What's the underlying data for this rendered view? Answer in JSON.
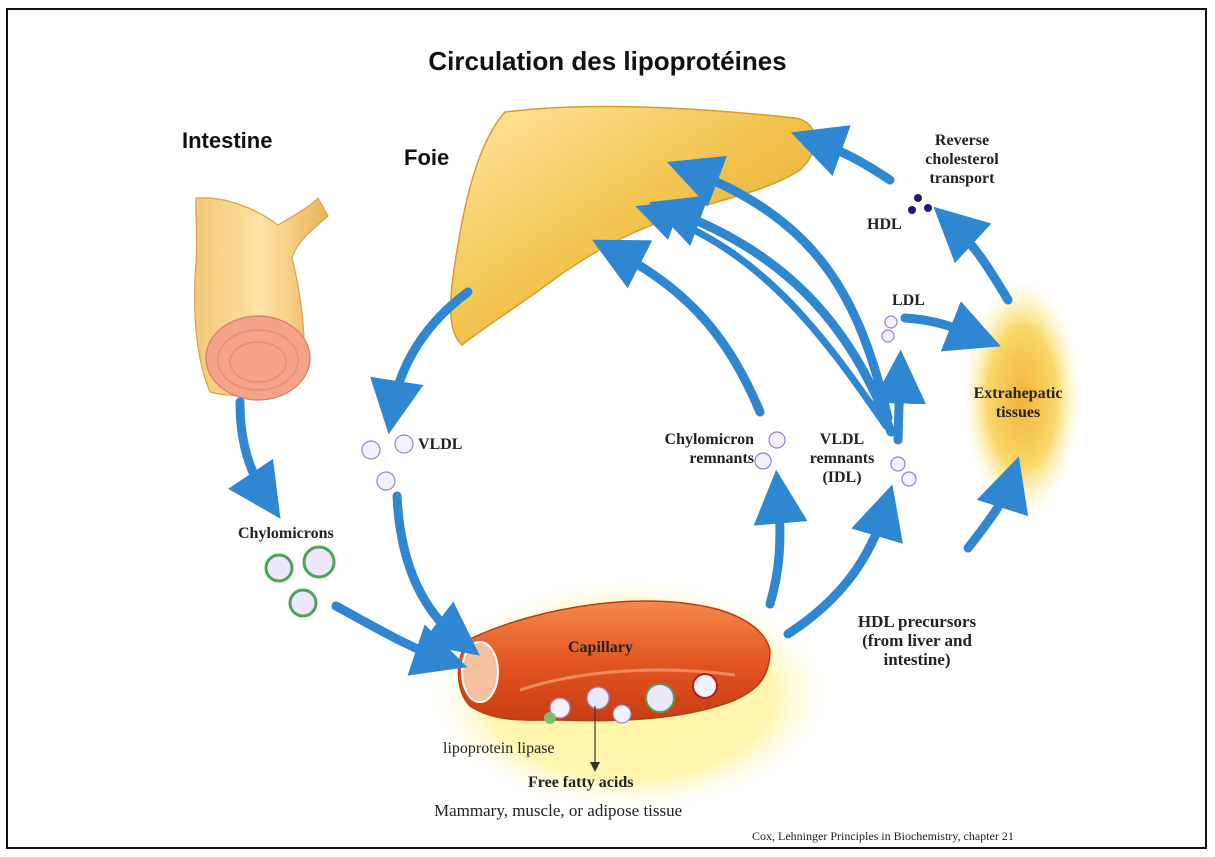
{
  "title": "Circulation des lipoprotéines",
  "organs": {
    "intestine": "Intestine",
    "foie": "Foie",
    "extrahepatic": [
      "Extrahepatic",
      "tissues"
    ],
    "capillary": "Capillary"
  },
  "labels": {
    "reverse_transport": [
      "Reverse",
      "cholesterol",
      "transport"
    ],
    "hdl": "HDL",
    "ldl": "LDL",
    "vldl": "VLDL",
    "chylomicron_remnants": [
      "Chylomicron",
      "remnants"
    ],
    "vldl_remnants": [
      "VLDL",
      "remnants",
      "(IDL)"
    ],
    "chylomicrons": "Chylomicrons",
    "hdl_precursors": [
      "HDL precursors",
      "(from liver and",
      "intestine)"
    ],
    "lipoprotein_lipase": "lipoprotein lipase",
    "free_fatty_acids": "Free fatty acids",
    "tissue": "Mammary, muscle, or adipose tissue"
  },
  "citation": "Cox, Lehninger Principles in Biochemistry, chapter 21",
  "colors": {
    "liver": "#f1c24a",
    "arrow": "#2f86d1",
    "capillary": "#e8632a",
    "glow": "#fff3a0",
    "hdl_dot": "#1c1c6e"
  }
}
